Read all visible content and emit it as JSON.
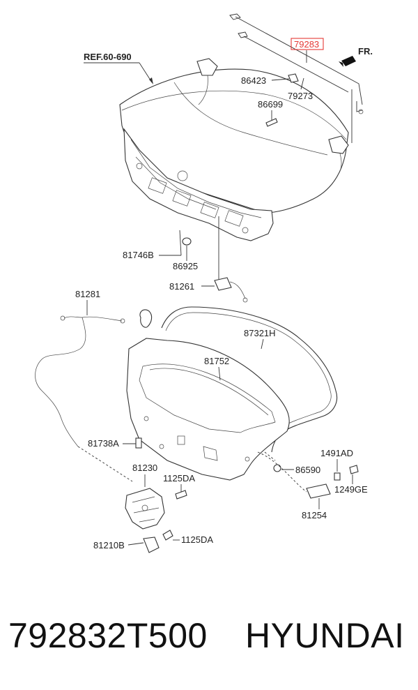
{
  "diagram": {
    "highlight_color": "#e53935",
    "ref_label": "REF.60-690",
    "direction_label": "FR.",
    "labels": {
      "p79283": "79283",
      "p86423": "86423",
      "p79273": "79273",
      "p86699": "86699",
      "p81746b": "81746B",
      "p86925": "86925",
      "p81261": "81261",
      "p81281": "81281",
      "p87321h": "87321H",
      "p81752": "81752",
      "p81738a": "81738A",
      "p1491ad": "1491AD",
      "p86590": "86590",
      "p81230": "81230",
      "p1125da_top": "1125DA",
      "p1249ge": "1249GE",
      "p81254": "81254",
      "p81210b": "81210B",
      "p1125da_bottom": "1125DA"
    }
  },
  "footer": {
    "part_number": "792832T500",
    "brand": "HYUNDAI"
  }
}
